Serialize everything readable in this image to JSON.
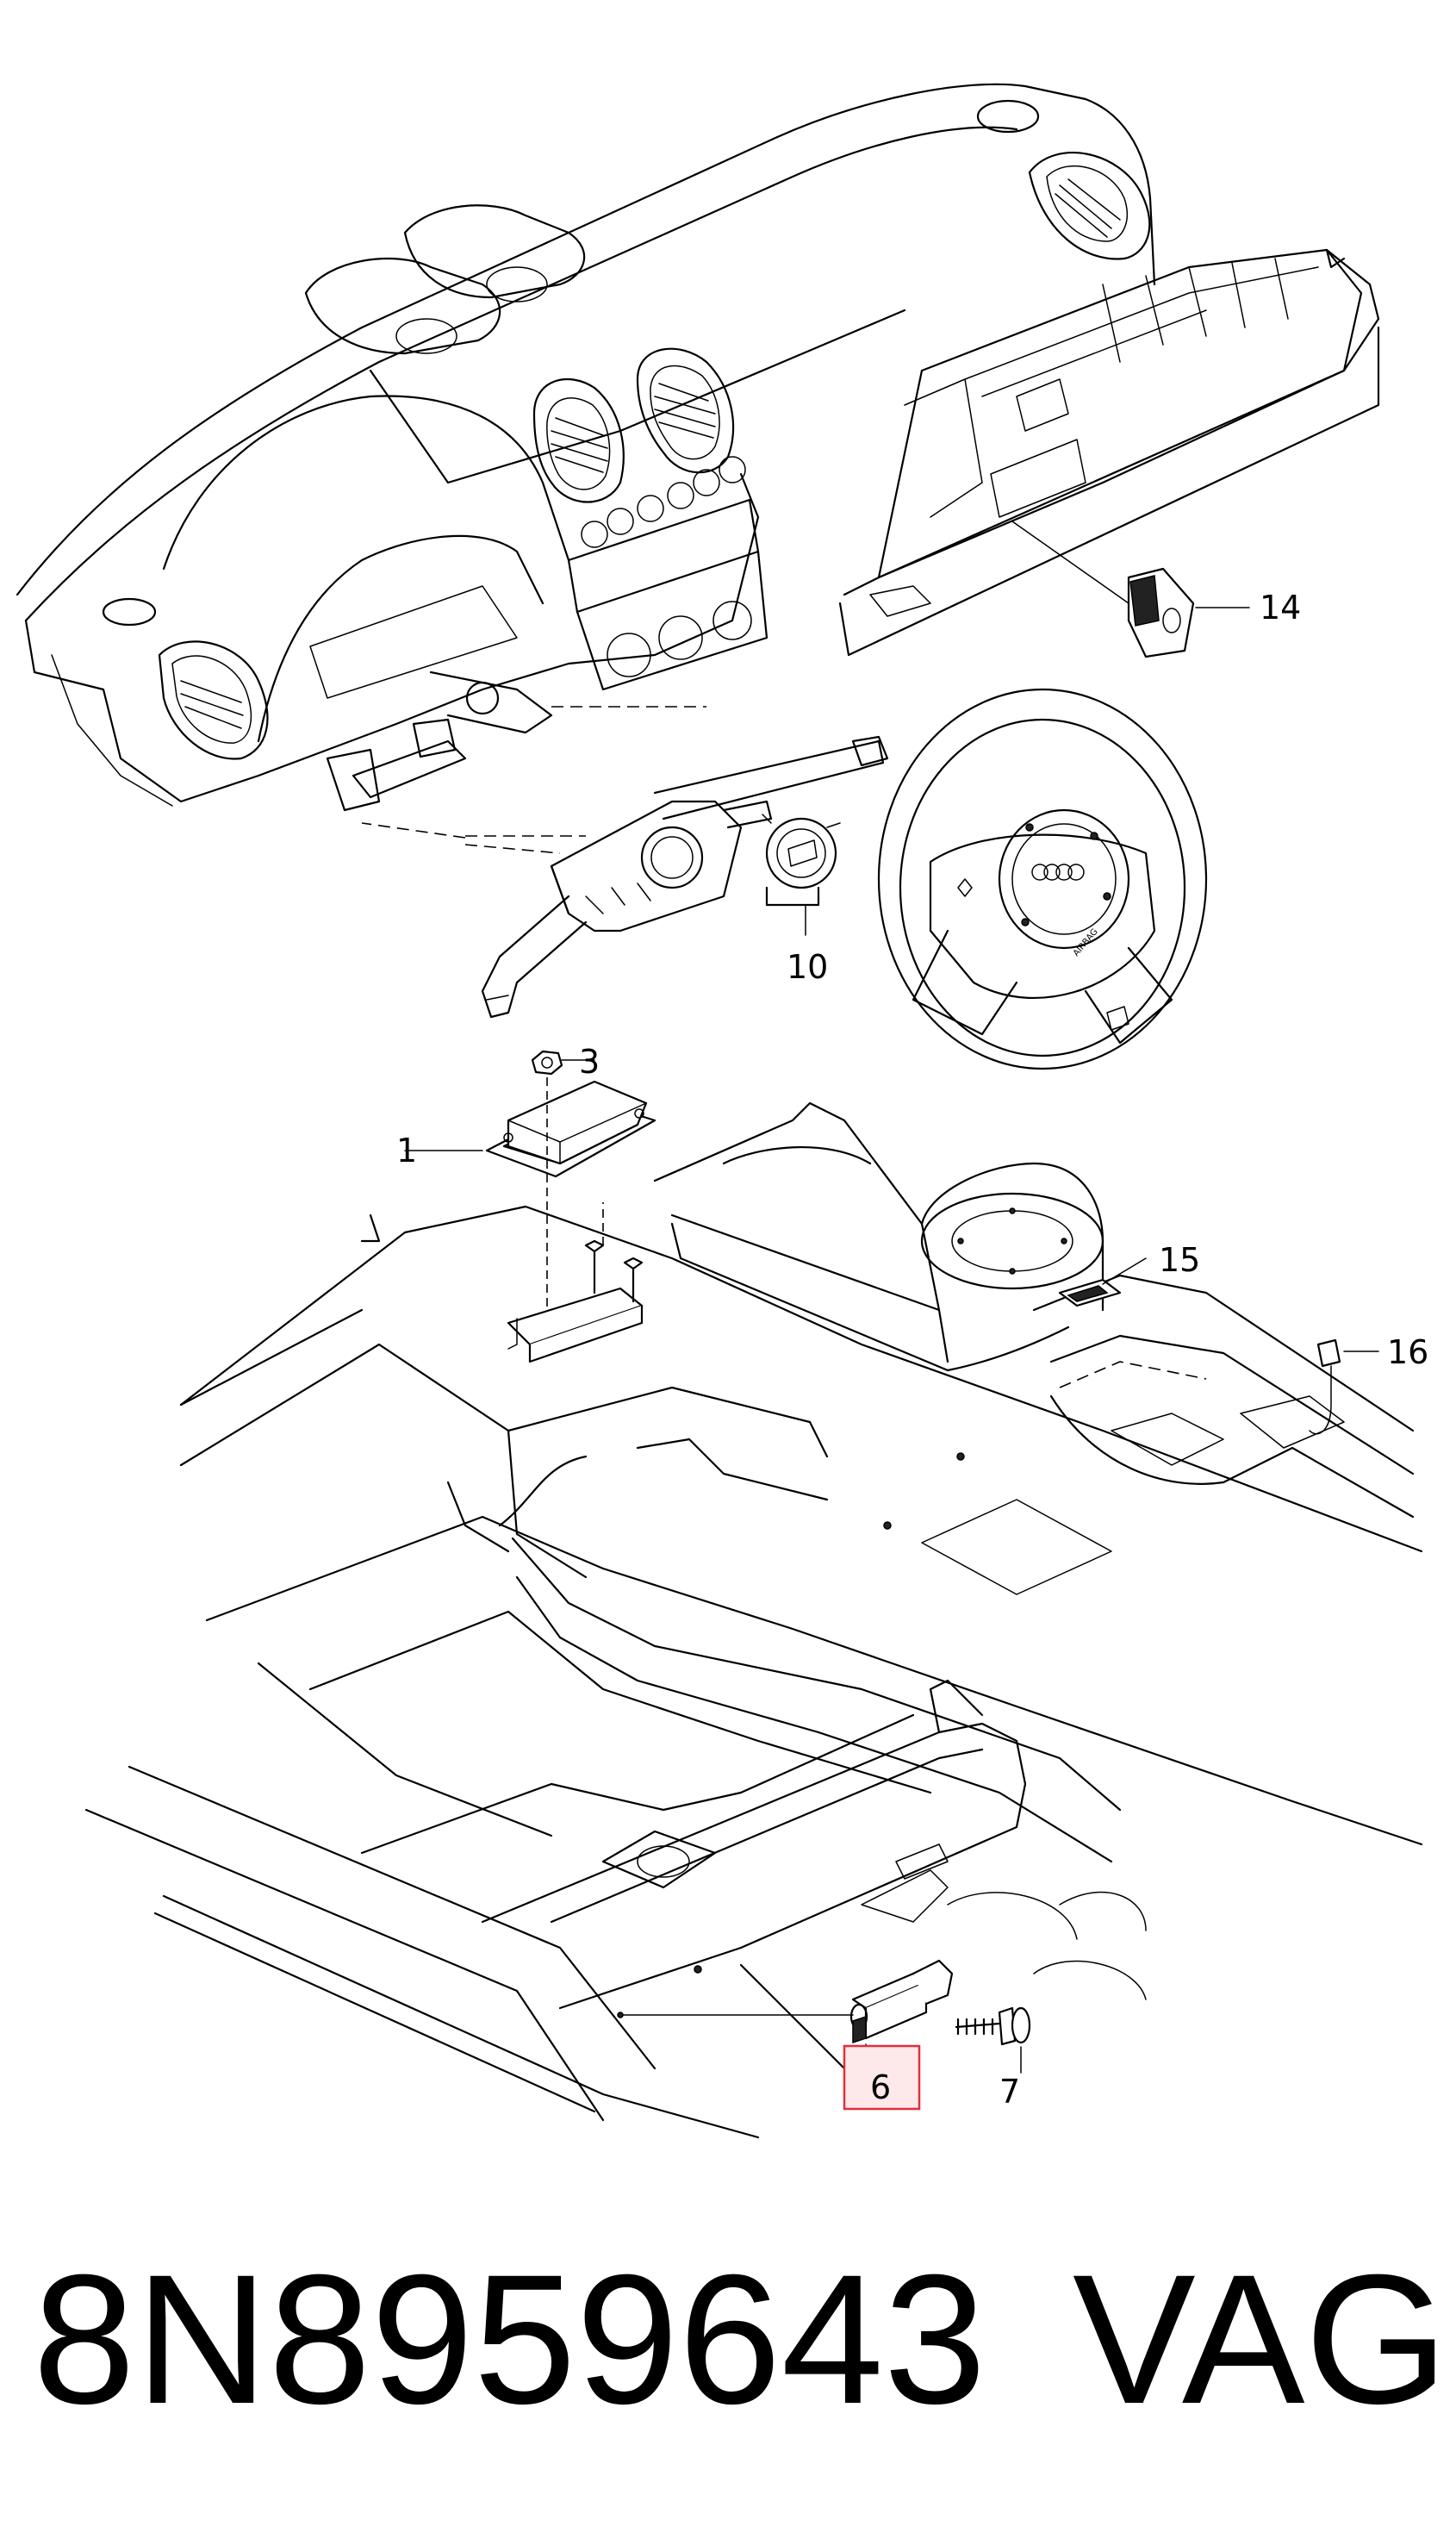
{
  "callouts": [
    {
      "id": "14",
      "label": "14"
    },
    {
      "id": "10",
      "label": "10"
    },
    {
      "id": "3",
      "label": "3"
    },
    {
      "id": "1",
      "label": "1"
    },
    {
      "id": "15",
      "label": "15"
    },
    {
      "id": "16",
      "label": "16"
    },
    {
      "id": "6",
      "label": "6",
      "highlighted": true
    },
    {
      "id": "7",
      "label": "7"
    }
  ],
  "steering_wheel_text": "AIRBAG",
  "highlight_color": "#e0303a",
  "footer": {
    "part_number": "8N8959643",
    "brand": "VAG"
  }
}
